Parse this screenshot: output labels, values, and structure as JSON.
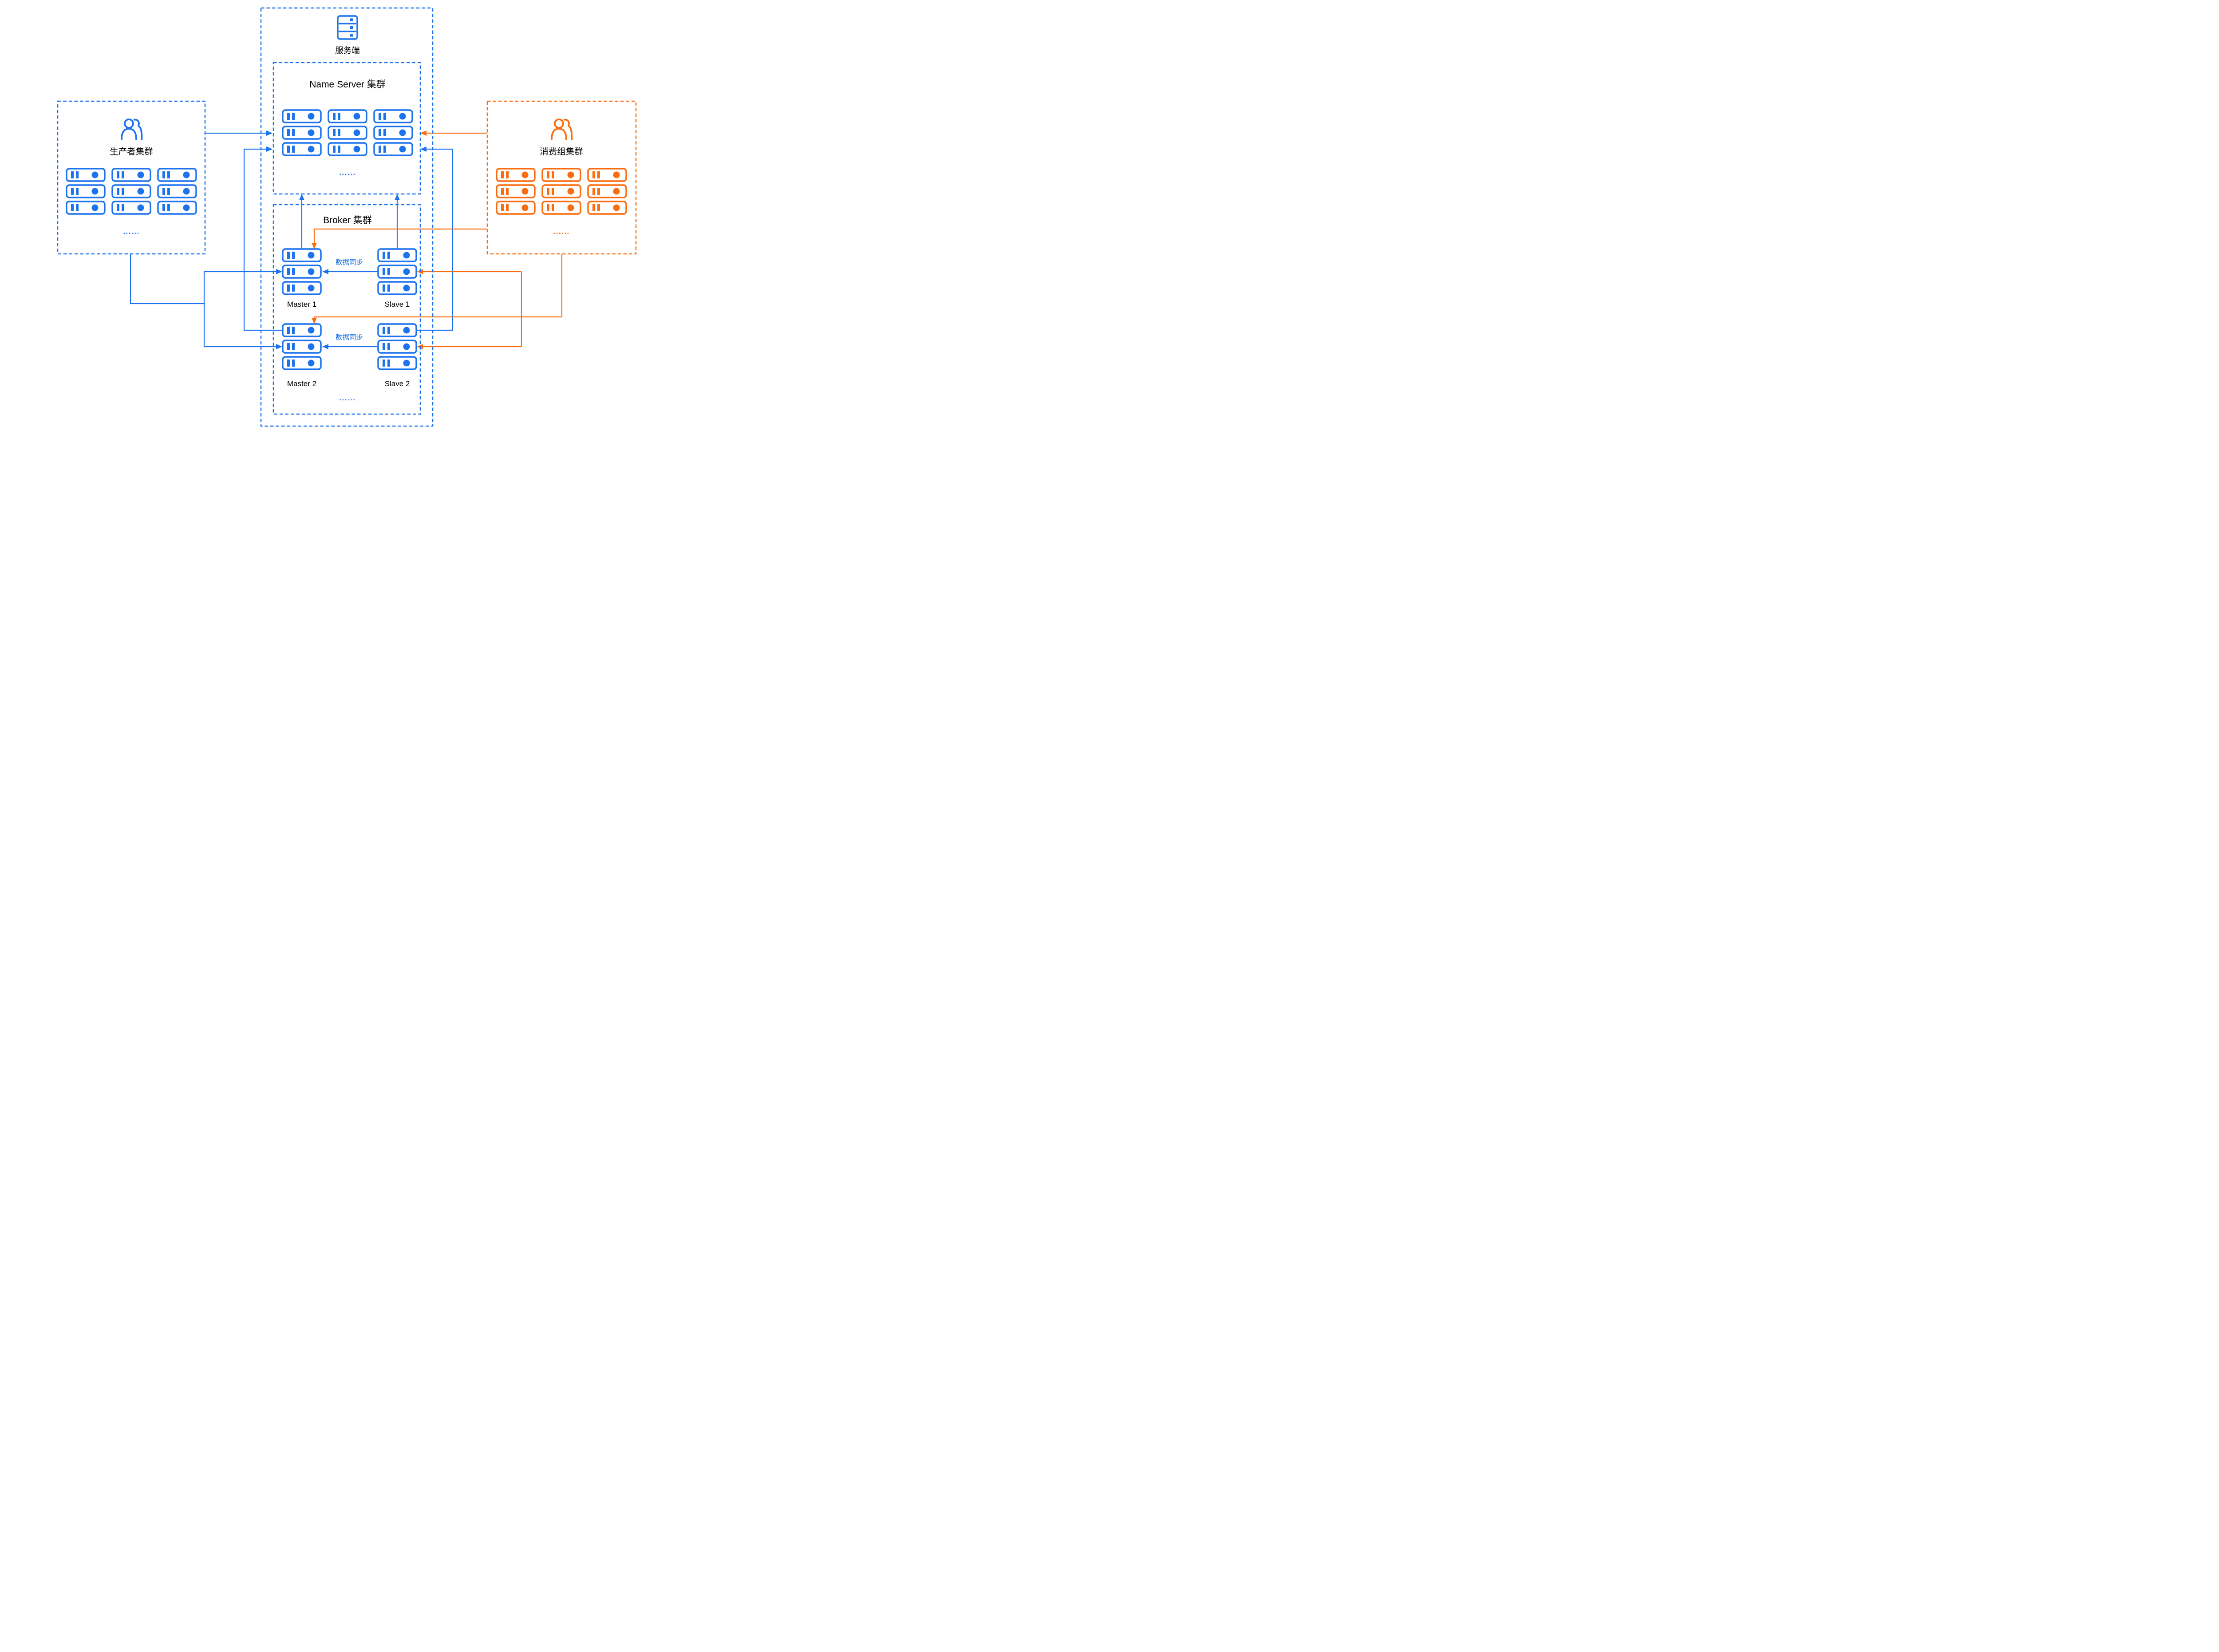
{
  "colors": {
    "blue": "#1D73EE",
    "orange": "#FB6C0F",
    "text": "#000000"
  },
  "server_side": {
    "label": "服务端",
    "icon": "server-cabinet-icon"
  },
  "name_server": {
    "title": "Name Server 集群",
    "ellipsis": "......",
    "grid": {
      "rows": 3,
      "cols": 3
    }
  },
  "broker": {
    "title": "Broker 集群",
    "sync_label": "数据同步",
    "ellipsis": "......",
    "column": {
      "rows": 3,
      "cols": 1
    },
    "groups": [
      {
        "master": "Master 1",
        "slave": "Slave 1"
      },
      {
        "master": "Master 2",
        "slave": "Slave 2"
      }
    ]
  },
  "producer": {
    "title": "生产者集群",
    "ellipsis": "......",
    "icon": "users-icon",
    "grid": {
      "rows": 3,
      "cols": 3
    }
  },
  "consumer": {
    "title": "消费组集群",
    "ellipsis": "......",
    "icon": "users-icon",
    "grid": {
      "rows": 3,
      "cols": 3
    }
  }
}
